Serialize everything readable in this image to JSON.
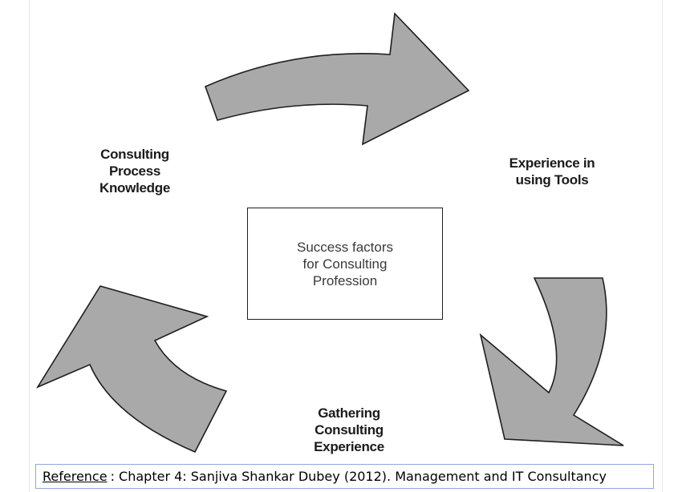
{
  "diagram": {
    "center_text": "Success factors\nfor Consulting\nProfession",
    "labels": {
      "top_left": "Consulting\nProcess\nKnowledge",
      "right": "Experience in\nusing Tools",
      "bottom": "Gathering\nConsulting\nExperience"
    }
  },
  "reference": {
    "label": "Reference",
    "text": ":   Chapter 4: Sanjiva Shankar Dubey (2012). Management and IT Consultancy"
  },
  "colors": {
    "arrow_fill": "#a9a9a9",
    "arrow_stroke": "#1e1e1e",
    "reference_border": "#8faadc"
  }
}
